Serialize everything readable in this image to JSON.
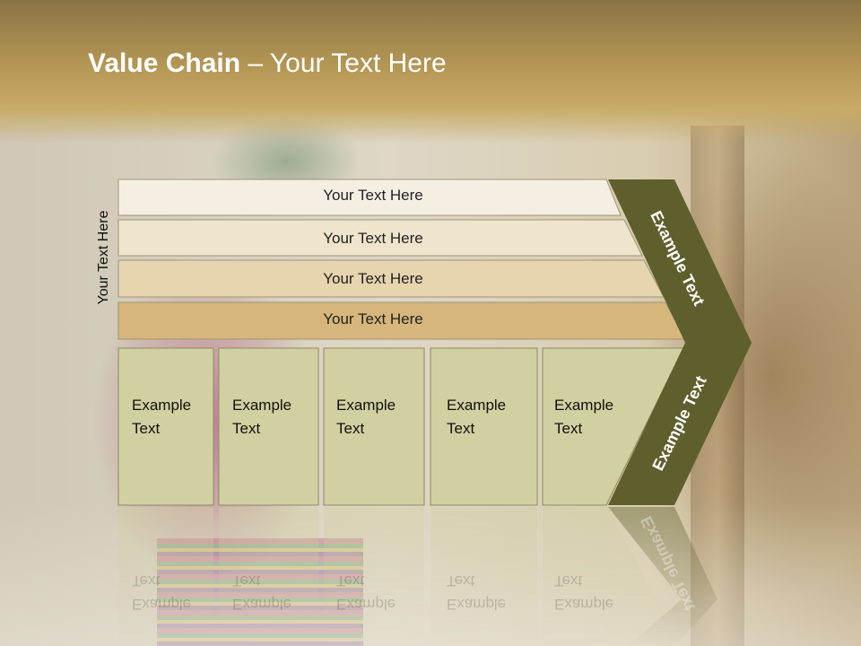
{
  "slide": {
    "title_bold": "Value Chain",
    "title_rest": " – Your Text Here",
    "side_label": "Your Text Here"
  },
  "bands": [
    {
      "label": "Your Text Here",
      "color": "#f5efe3"
    },
    {
      "label": "Your Text Here",
      "color": "#efe4cc"
    },
    {
      "label": "Your Text Here",
      "color": "#e6d5ae"
    },
    {
      "label": "Your Text Here",
      "color": "#d6b67a"
    }
  ],
  "boxes": [
    {
      "line1": "Example",
      "line2": "Text"
    },
    {
      "line1": "Example",
      "line2": "Text"
    },
    {
      "line1": "Example",
      "line2": "Text"
    },
    {
      "line1": "Example",
      "line2": "Text"
    },
    {
      "line1": "Example",
      "line2": "Text"
    }
  ],
  "chevron": {
    "upper_text": "Example Text",
    "lower_text": "Example Text",
    "color": "#5e5f2c"
  },
  "colors": {
    "box_fill": "#d1d0a1",
    "box_stroke": "#8b8a66"
  }
}
